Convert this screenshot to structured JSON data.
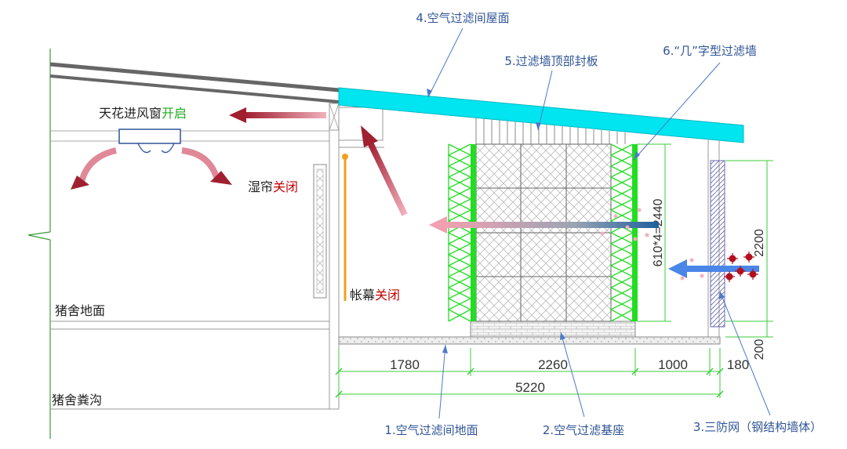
{
  "labels": {
    "roof": "4.空气过滤间屋面",
    "top_board": "5.过滤墙顶部封板",
    "filter_wall": "6.“几”字型过滤墙",
    "floor": "1.空气过滤间地面",
    "base": "2.空气过滤基座",
    "net": "3.三防网（钢结构墙体）",
    "ceiling_inlet": "天花进风窗",
    "ceiling_state": "开启",
    "wet_curtain": "湿帘",
    "wet_state": "关闭",
    "curtain": "帐幕",
    "curtain_state": "关闭",
    "house_floor": "猪舍地面",
    "manure_ditch": "猪舍粪沟"
  },
  "dimensions": {
    "d1": "1780",
    "d2": "2260",
    "d3": "1000",
    "d4": "180",
    "total": "5220",
    "filter_height": "610*4=2440",
    "net_height": "2200",
    "base_height": "200"
  },
  "colors": {
    "roof": "#00e5f0",
    "filter_green": "#22dd22",
    "label_blue": "#2f5597",
    "state_open": "#22aa22",
    "state_closed": "#c00000",
    "arrow_dark": "#a02030",
    "arrow_blue": "#4a86e8",
    "curtain_orange": "#f0a020"
  }
}
